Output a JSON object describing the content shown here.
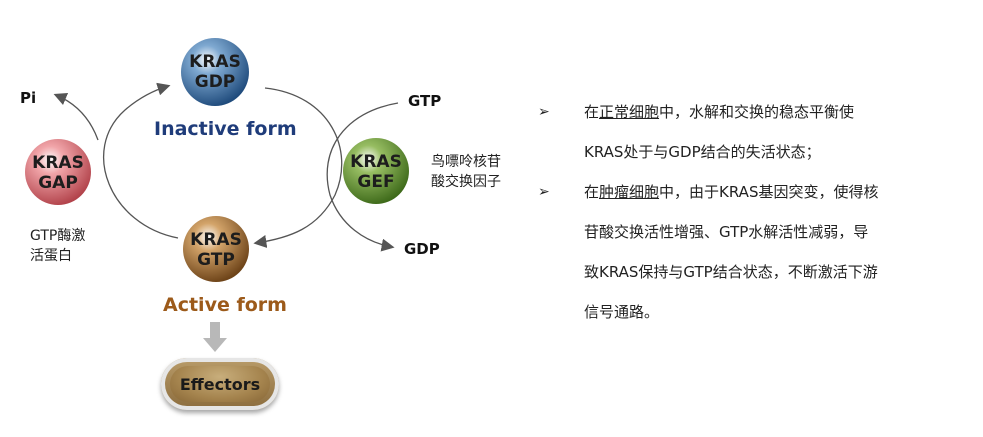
{
  "spheres": {
    "gdp": {
      "line1": "KRAS",
      "line2": "GDP",
      "color": "#4d7fae"
    },
    "gtp": {
      "line1": "KRAS",
      "line2": "GTP",
      "color": "#b07a3a"
    },
    "gap": {
      "line1": "KRAS",
      "line2": "GAP",
      "color": "#e28288"
    },
    "gef": {
      "line1": "KRAS",
      "line2": "GEF",
      "color": "#6e9a3e"
    }
  },
  "labels": {
    "inactive_form": "Inactive form",
    "active_form": "Active form",
    "pi": "Pi",
    "gtp_in": "GTP",
    "gdp_out": "GDP",
    "gef_cn_1": "鸟嘌呤核苷",
    "gef_cn_2": "酸交换因子",
    "gap_cn_1": "GTP酶激",
    "gap_cn_2": "活蛋白",
    "effectors": "Effectors"
  },
  "colors": {
    "inactive_text": "#1f3c7a",
    "active_text": "#9c5a1a",
    "arrow": "#555555",
    "down_arrow": "#b8b8b8"
  },
  "bullets": [
    {
      "mark": "➢",
      "lines": [
        {
          "pre": "在",
          "u": "正常细胞",
          "post": "中，水解和交换的稳态平衡使"
        },
        {
          "pre": "KRAS处于与GDP结合的失活状态；",
          "u": "",
          "post": ""
        }
      ]
    },
    {
      "mark": "➢",
      "lines": [
        {
          "pre": "在",
          "u": "肿瘤细胞",
          "post": "中，由于KRAS基因突变，使得核"
        },
        {
          "pre": "苷酸交换活性增强、GTP水解活性减弱，导",
          "u": "",
          "post": ""
        },
        {
          "pre": "致KRAS保持与GTP结合状态，不断激活下游",
          "u": "",
          "post": ""
        },
        {
          "pre": "信号通路。",
          "u": "",
          "post": ""
        }
      ]
    }
  ]
}
